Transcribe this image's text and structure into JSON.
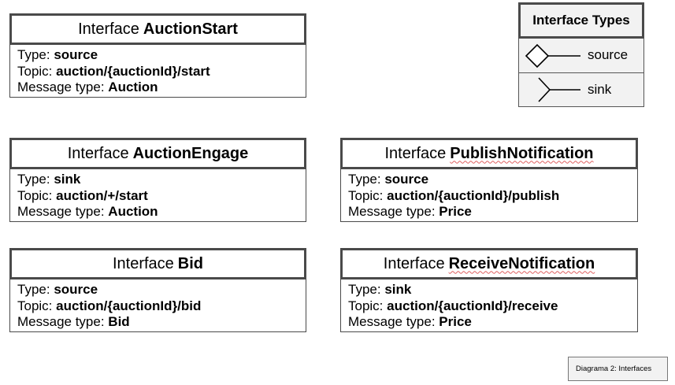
{
  "legend": {
    "title": "Interface Types",
    "items": [
      {
        "symbol": "diamond-source",
        "label": "source"
      },
      {
        "symbol": "fork-sink",
        "label": "sink"
      }
    ]
  },
  "interfaces": [
    {
      "prefix": "Interface",
      "name": "AuctionStart",
      "type_label": "Type:",
      "type": "source",
      "topic_label": "Topic:",
      "topic": "auction/{auctionId}/start",
      "message_label": "Message type:",
      "message_type": "Auction"
    },
    {
      "prefix": "Interface",
      "name": "AuctionEngage",
      "type_label": "Type:",
      "type": "sink",
      "topic_label": "Topic:",
      "topic": "auction/+/start",
      "message_label": "Message type:",
      "message_type": "Auction"
    },
    {
      "prefix": "Interface",
      "name": "PublishNotification",
      "type_label": "Type:",
      "type": "source",
      "topic_label": "Topic:",
      "topic": "auction/{auctionId}/publish",
      "message_label": "Message type:",
      "message_type": "Price"
    },
    {
      "prefix": "Interface",
      "name": "Bid",
      "type_label": "Type:",
      "type": "source",
      "topic_label": "Topic:",
      "topic": "auction/{auctionId}/bid",
      "message_label": "Message type:",
      "message_type": "Bid"
    },
    {
      "prefix": "Interface",
      "name": "ReceiveNotification",
      "type_label": "Type:",
      "type": "sink",
      "topic_label": "Topic:",
      "topic": "auction/{auctionId}/receive",
      "message_label": "Message type:",
      "message_type": "Price"
    }
  ],
  "caption": "Diagrama 2: Interfaces",
  "colors": {
    "border": "#4a4a4a",
    "legend_bg": "#f2f2f2",
    "spellcheck_underline": "#e06060"
  }
}
